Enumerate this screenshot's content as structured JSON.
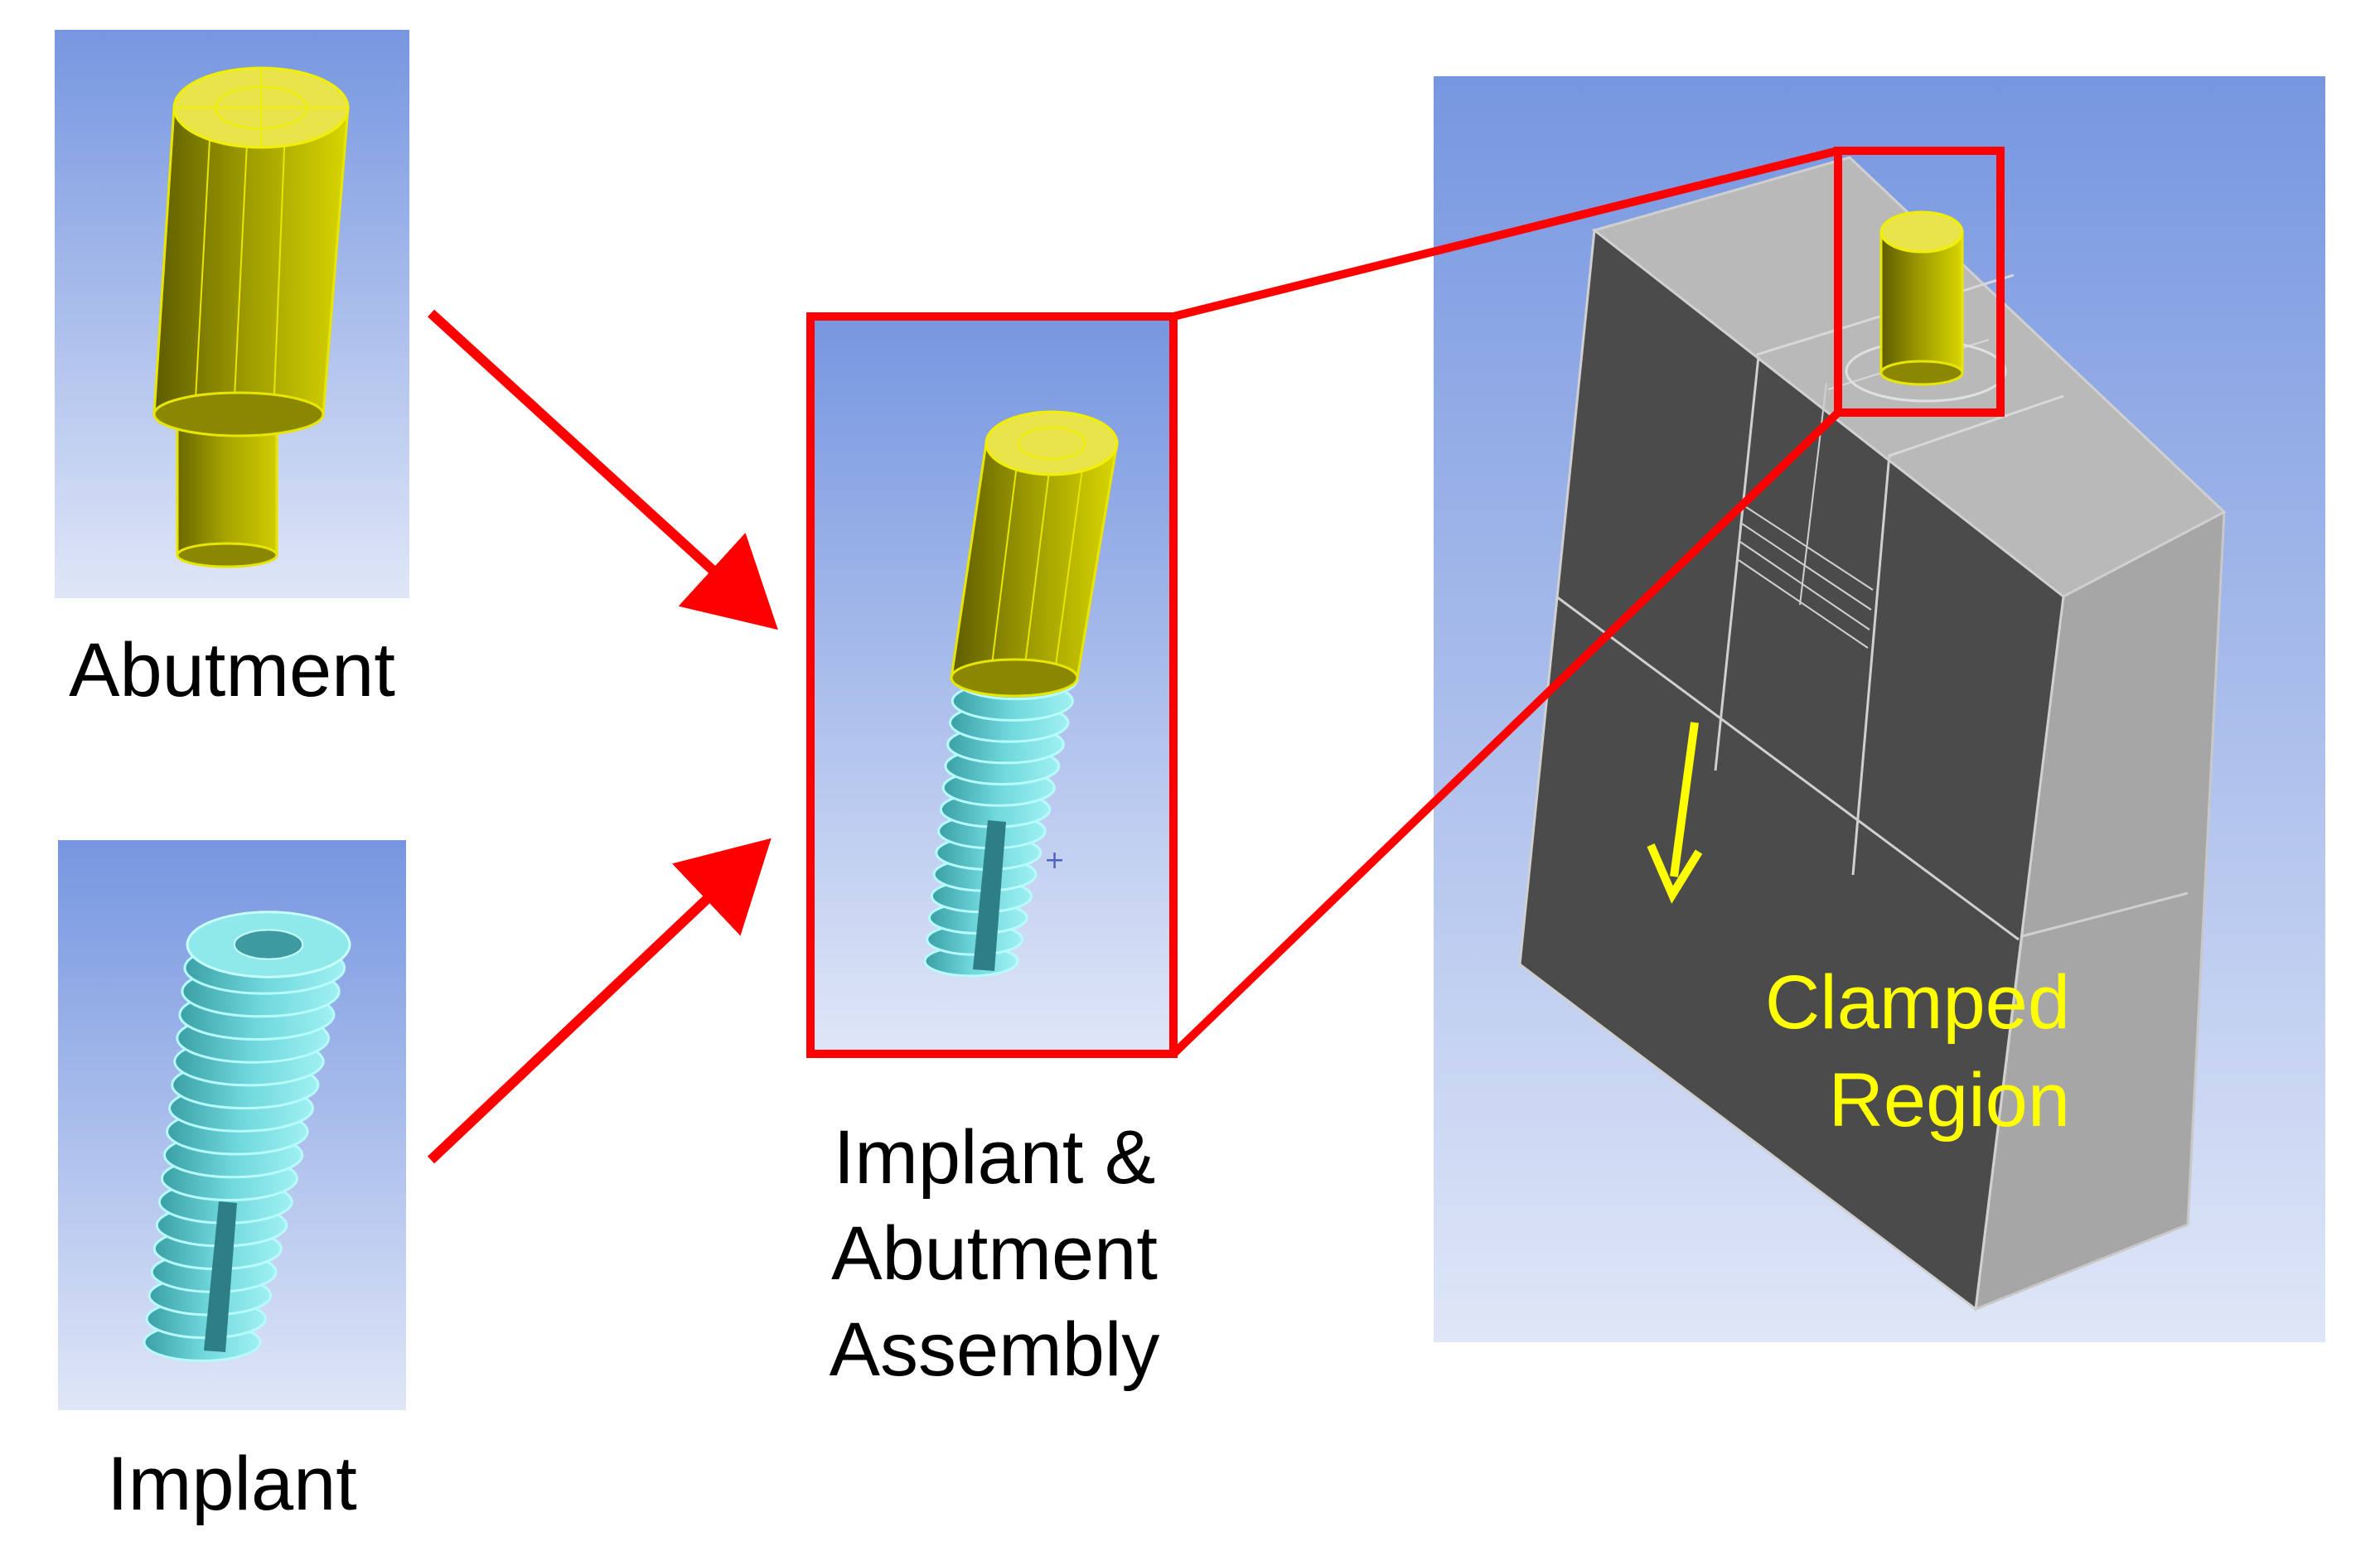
{
  "labels": {
    "abutment": "Abutment",
    "implant": "Implant",
    "assembly": [
      "Implant &",
      "Abutment",
      "Assembly"
    ],
    "clamped_region": [
      "Clamped",
      "Region"
    ]
  },
  "colors": {
    "panel_top": "#7696e0",
    "panel_bottom": "#dfe6f7",
    "abutment_yellow": "#c9c600",
    "implant_cyan": "#6fd8dc",
    "block_dark": "#4b4b4b",
    "block_light": "#a6a6a6",
    "highlight_red": "#ff0000",
    "label_yellow": "#ffff00"
  }
}
